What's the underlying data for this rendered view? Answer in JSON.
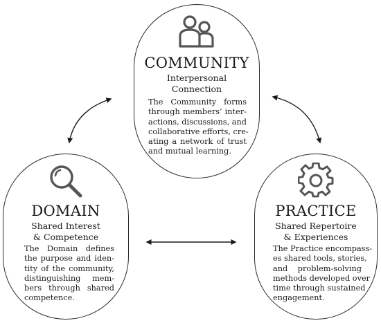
{
  "community": {
    "title": "COMMUNITY",
    "subtitle_lines": [
      "Interpersonal",
      "Connection"
    ],
    "description_lines": [
      "The Community forms",
      "through members’ inter-",
      "actions, discussions, and",
      "collaborative efforts, cre-",
      "ating a network of trust",
      "and mutual learning."
    ],
    "icon": "people-icon"
  },
  "domain": {
    "title": "DOMAIN",
    "subtitle_lines": [
      "Shared Interest",
      "& Competence"
    ],
    "description_lines": [
      "The Domain defines",
      "the purpose and iden-",
      "tity of the community,",
      "distinguishing mem-",
      "bers through shared",
      "competence."
    ],
    "icon": "magnifier-icon"
  },
  "practice": {
    "title": "PRACTICE",
    "subtitle_lines": [
      "Shared Repertoire",
      "& Experiences"
    ],
    "description_lines": [
      "The Practice encompass-",
      "es shared tools, stories,",
      "and problem-solving",
      "methods developed over",
      "time through sustained",
      "engagement."
    ],
    "icon": "gear-icon"
  },
  "colors": {
    "stroke": "#2b2b2b",
    "icon": "#555555",
    "text": "#1a1a1a"
  }
}
